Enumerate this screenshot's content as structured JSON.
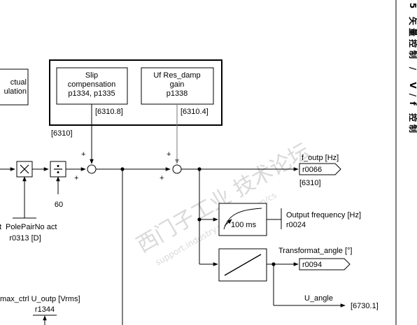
{
  "blocks": {
    "actual_calc": {
      "line1": "ctual",
      "line2": "ulation"
    },
    "slip": {
      "line1": "Slip",
      "line2": "compensation",
      "line3": "p1334, p1335",
      "ref": "[6310.8]"
    },
    "ufres": {
      "line1": "Uf Res_damp",
      "line2": "gain",
      "line3": "p1338",
      "ref": "[6310.4]"
    },
    "group_ref": "[6310]",
    "pt1_label": "100 ms"
  },
  "signals": {
    "f_outp": {
      "label": "f_outp [Hz]",
      "param": "r0066",
      "ref": "[6310]"
    },
    "output_freq": {
      "label": "Output frequency [Hz]",
      "param": "r0024"
    },
    "transformat_angle": {
      "label": "Transformat_angle [°]",
      "param": "r0094"
    },
    "u_angle": {
      "label": "U_angle",
      "ref": "[6730.1]"
    },
    "polepair": {
      "label": "PolePairNo act",
      "prefix": "t",
      "param": "r0313 [D]"
    },
    "umax": {
      "label": "max_ctrl U_outp [Vrms]",
      "param": "r1344"
    }
  },
  "operators": {
    "divisor_value": "60",
    "plus": "+"
  },
  "watermark": {
    "line1": "西门子工业 技术论坛",
    "line2": "support.industry.siemens.com/cs"
  },
  "sidebar": {
    "chars": [
      "5",
      "矢",
      "量",
      "控",
      "制",
      "/",
      "V",
      "/",
      "f",
      "控",
      "制"
    ]
  }
}
